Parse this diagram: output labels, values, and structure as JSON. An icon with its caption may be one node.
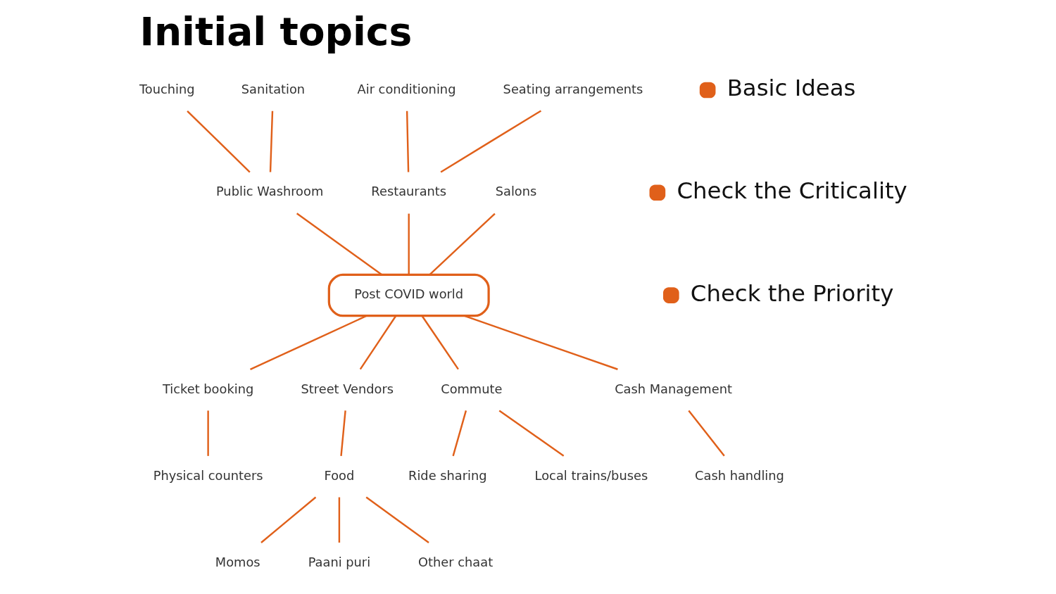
{
  "diagram": {
    "title": "Initial topics",
    "nodes": [
      {
        "text": [
          "Post COVID world"
        ]
      },
      {
        "text": [
          "Public Washroom"
        ]
      },
      {
        "text": [
          "Touching"
        ]
      },
      {
        "text": [
          "Sanitation"
        ]
      },
      {
        "text": [
          "Restaurants"
        ]
      },
      {
        "text": [
          "Air conditioning"
        ]
      },
      {
        "text": [
          "Seating arrangements"
        ]
      },
      {
        "text": [
          "Salons"
        ]
      },
      {
        "text": [
          "Ticket booking"
        ]
      },
      {
        "text": [
          "Physical counters"
        ]
      },
      {
        "text": [
          "Street Vendors"
        ]
      },
      {
        "text": [
          "Food"
        ]
      },
      {
        "text": [
          "Momos"
        ]
      },
      {
        "text": [
          "Paani puri"
        ]
      },
      {
        "text": [
          "Other chaat"
        ]
      },
      {
        "text": [
          "Commute"
        ]
      },
      {
        "text": [
          "Ride sharing"
        ]
      },
      {
        "text": [
          "Local trains/buses"
        ]
      },
      {
        "text": [
          "Cash Management"
        ]
      },
      {
        "text": [
          "Cash handling"
        ]
      }
    ],
    "edges": [
      {
        "from": 0,
        "to": 1,
        "arrow": "none"
      },
      {
        "from": 1,
        "to": 2,
        "arrow": "none"
      },
      {
        "from": 1,
        "to": 3,
        "arrow": "none"
      },
      {
        "from": 0,
        "to": 4,
        "arrow": "none"
      },
      {
        "from": 4,
        "to": 5,
        "arrow": "none"
      },
      {
        "from": 4,
        "to": 6,
        "arrow": "none"
      },
      {
        "from": 0,
        "to": 7,
        "arrow": "none"
      },
      {
        "from": 0,
        "to": 8,
        "arrow": "none"
      },
      {
        "from": 8,
        "to": 9,
        "arrow": "none"
      },
      {
        "from": 0,
        "to": 10,
        "arrow": "none"
      },
      {
        "from": 10,
        "to": 11,
        "arrow": "none"
      },
      {
        "from": 11,
        "to": 12,
        "arrow": "none"
      },
      {
        "from": 11,
        "to": 13,
        "arrow": "none"
      },
      {
        "from": 11,
        "to": 14,
        "arrow": "none"
      },
      {
        "from": 0,
        "to": 15,
        "arrow": "none"
      },
      {
        "from": 15,
        "to": 16,
        "arrow": "none"
      },
      {
        "from": 15,
        "to": 17,
        "arrow": "none"
      },
      {
        "from": 0,
        "to": 18,
        "arrow": "none"
      },
      {
        "from": 18,
        "to": 19,
        "arrow": "none"
      }
    ],
    "labels": [
      "Basic Ideas",
      "Check the Criticality",
      "Check the Priority"
    ]
  }
}
